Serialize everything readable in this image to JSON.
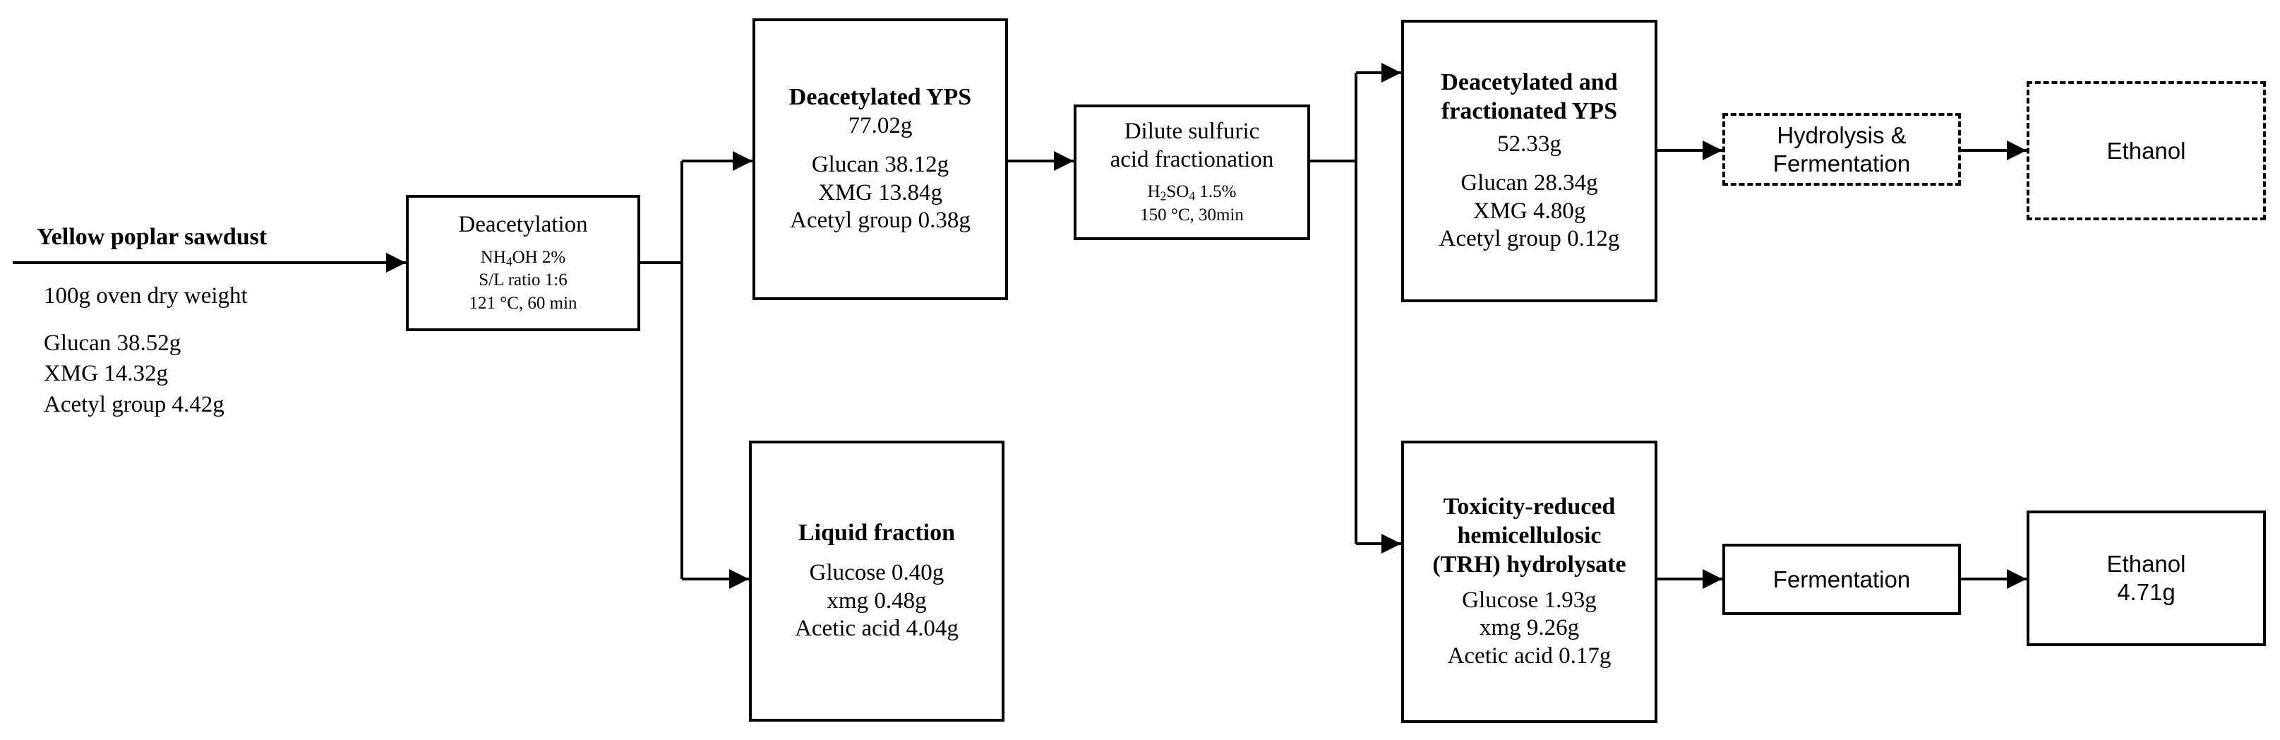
{
  "feedstock": {
    "title": "Yellow poplar sawdust",
    "details": [
      "100g oven dry weight",
      "Glucan 38.52g",
      "XMG 14.32g",
      "Acetyl group 4.42g"
    ]
  },
  "deacetylation": {
    "title": "Deacetylation",
    "reagent_main": "NH",
    "reagent_sub": "4",
    "reagent_rest": "OH 2%",
    "ratio": "S/L ratio 1:6",
    "conditions": "121 °C, 60 min"
  },
  "deacetylated_yps": {
    "title": "Deacetylated YPS",
    "mass": "77.02g",
    "glucan": "Glucan 38.12g",
    "xmg": "XMG 13.84g",
    "acetyl": "Acetyl group 0.38g"
  },
  "liquid_fraction": {
    "title": "Liquid fraction",
    "glucose": "Glucose 0.40g",
    "xmg": "xmg 0.48g",
    "acetic": "Acetic acid 4.04g"
  },
  "acid_fractionation": {
    "title_line1": "Dilute sulfuric",
    "title_line2": "acid fractionation",
    "reagent_main": "H",
    "reagent_sub1": "2",
    "reagent_mid": "SO",
    "reagent_sub2": "4",
    "reagent_rest": " 1.5%",
    "conditions": "150 °C, 30min"
  },
  "fractionated_yps": {
    "title_line1": "Deacetylated and",
    "title_line2": "fractionated YPS",
    "mass": "52.33g",
    "glucan": "Glucan 28.34g",
    "xmg": "XMG 4.80g",
    "acetyl": "Acetyl group 0.12g"
  },
  "trh": {
    "title_line1": "Toxicity-reduced",
    "title_line2": "hemicellulosic",
    "title_line3": "(TRH) hydrolysate",
    "glucose": "Glucose 1.93g",
    "xmg": "xmg 9.26g",
    "acetic": "Acetic acid 0.17g"
  },
  "hydrolysis": {
    "line1": "Hydrolysis &",
    "line2": "Fermentation"
  },
  "ethanol_top": {
    "label": "Ethanol"
  },
  "fermentation": {
    "label": "Fermentation"
  },
  "ethanol_bottom": {
    "label": "Ethanol",
    "amount": "4.71g"
  }
}
